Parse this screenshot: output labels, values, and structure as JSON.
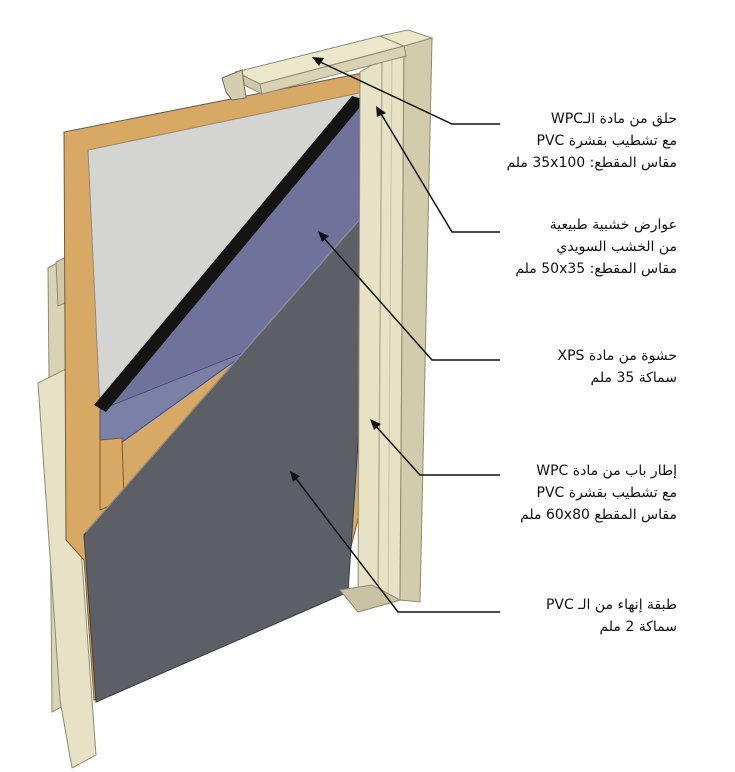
{
  "callouts": [
    {
      "id": "wpc-architrave",
      "lines": [
        "حلق من مادة الـWPC",
        "مع تشطيب بقشرة PVC",
        "مقاس المقطع: 35x100 ملم"
      ]
    },
    {
      "id": "wood-rails",
      "lines": [
        "عوارض خشبية طبيعية",
        "من الخشب السويدي",
        "مقاس المقطع: 50x35 ملم"
      ]
    },
    {
      "id": "xps-core",
      "lines": [
        "حشوة من مادة XPS",
        "سماكة 35 ملم"
      ]
    },
    {
      "id": "wpc-door-frame",
      "lines": [
        "إطار باب من مادة WPC",
        "مع تشطيب بقشرة PVC",
        "مقاس المقطع 60x80 ملم"
      ]
    },
    {
      "id": "pvc-finish",
      "lines": [
        "طبقة إنهاء من الـ PVC",
        "سماكة 2 ملم"
      ]
    }
  ],
  "colors": {
    "frame_beige": "#e7e1c5",
    "frame_shadow": "#c9c2a3",
    "osb_wood": "#d8a865",
    "grey_panel": "#d4d4d2",
    "xps_purple": "#6f739b",
    "pvc_dark": "#5d5f66",
    "seal_black": "#141414",
    "leader_line": "#111111"
  }
}
